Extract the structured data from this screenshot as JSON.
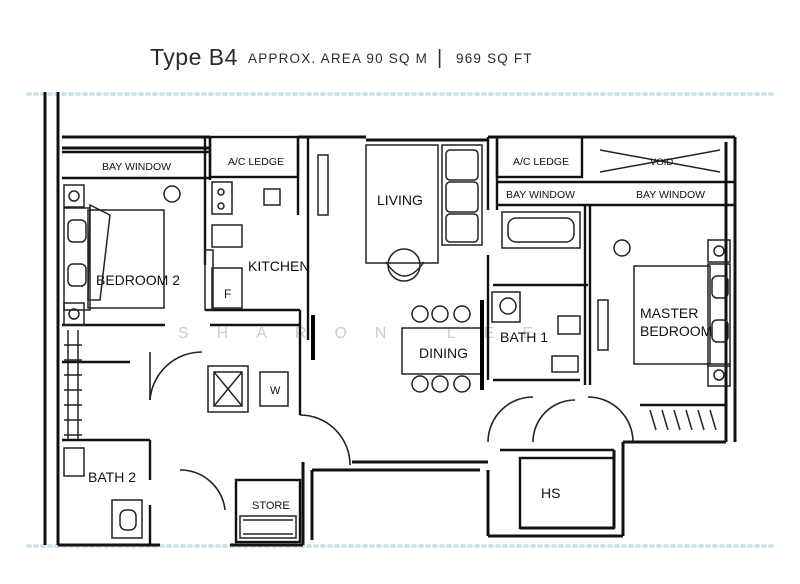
{
  "header": {
    "type_label": "Type B4",
    "area_label": "APPROX. AREA  90 SQ M",
    "separator": "|",
    "area_sqft": "969 SQ FT"
  },
  "rooms": {
    "bay_window_left": "BAY WINDOW",
    "ac_ledge_left": "A/C LEDGE",
    "ac_ledge_right": "A/C LEDGE",
    "void": "VOID",
    "bay_window_mid": "BAY WINDOW",
    "bay_window_right": "BAY WINDOW",
    "living": "LIVING",
    "bedroom2": "BEDROOM 2",
    "kitchen": "KITCHEN",
    "fridge": "F",
    "washer": "W",
    "master_line1": "MASTER",
    "master_line2": "BEDROOM",
    "dining": "DINING",
    "bath1": "BATH 1",
    "bath2": "BATH 2",
    "store": "STORE",
    "hs": "HS"
  },
  "watermark": "SHARON LEE",
  "colors": {
    "wall": "#111111",
    "line": "#222222",
    "dotted_rule": "#cfe3e6",
    "text": "#111111"
  }
}
